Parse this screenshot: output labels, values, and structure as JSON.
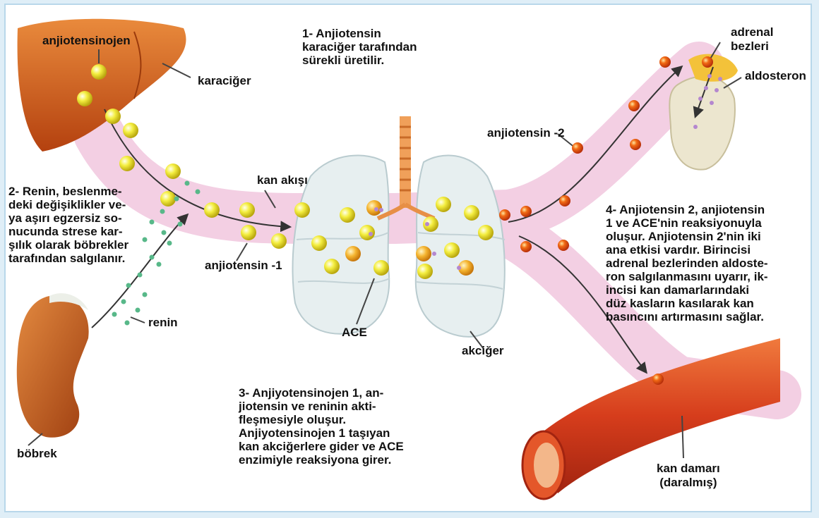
{
  "notes": {
    "step1": "1- Anjiotensin\nkaraciğer tarafından\nsürekli üretilir.",
    "step2": "2- Renin, beslenme-\ndeki değişiklikler ve-\nya aşırı egzersiz so-\nnucunda strese kar-\nşılık olarak böbrekler\ntarafından salgılanır.",
    "step3": "3- Anjiyotensinojen 1, an-\njiotensin ve reninin akti-\nfleşmesiyle oluşur.\nAnjiyotensinojen 1 taşıyan\nkan akciğerlere gider ve ACE\nenzimiyle reaksiyona girer.",
    "step4": "4- Anjiotensin 2, anjiotensin\n1 ve ACE'nin reaksiyonuyla\noluşur. Anjiotensin 2'nin iki\nana etkisi vardır. Birincisi\nadrenal bezlerinden aldoste-\nron salgılanmasını uyarır, ik-\nincisi kan damarlarındaki\ndüz kasların kasılarak kan\nbasıncını artırmasını sağlar."
  },
  "labels": {
    "angiotensinogen": "anjiotensinojen",
    "liver": "karaciğer",
    "blood_flow": "kan akışı",
    "angiotensin1": "anjiotensin -1",
    "renin": "renin",
    "kidney": "böbrek",
    "ace": "ACE",
    "lung": "akciğer",
    "angiotensin2": "anjiotensin -2",
    "adrenal": "adrenal\nbezleri",
    "aldosterone": "aldosteron",
    "vessel": "kan damarı\n(daralmış)"
  },
  "colors": {
    "background": "#dfeef7",
    "frame_border": "#b8d7ea",
    "bloodstream": "#f3cfe3",
    "liver": "#d9661f",
    "kidney": "#c8621e",
    "lung": "#e7eff0",
    "angiotensinogen_ball": "#f1ec3a",
    "angiotensin2_ball": "#ec5a14",
    "renin_dot": "#58b889",
    "aldosterone_dot": "#b487cf",
    "vessel": "#d23a1c"
  }
}
